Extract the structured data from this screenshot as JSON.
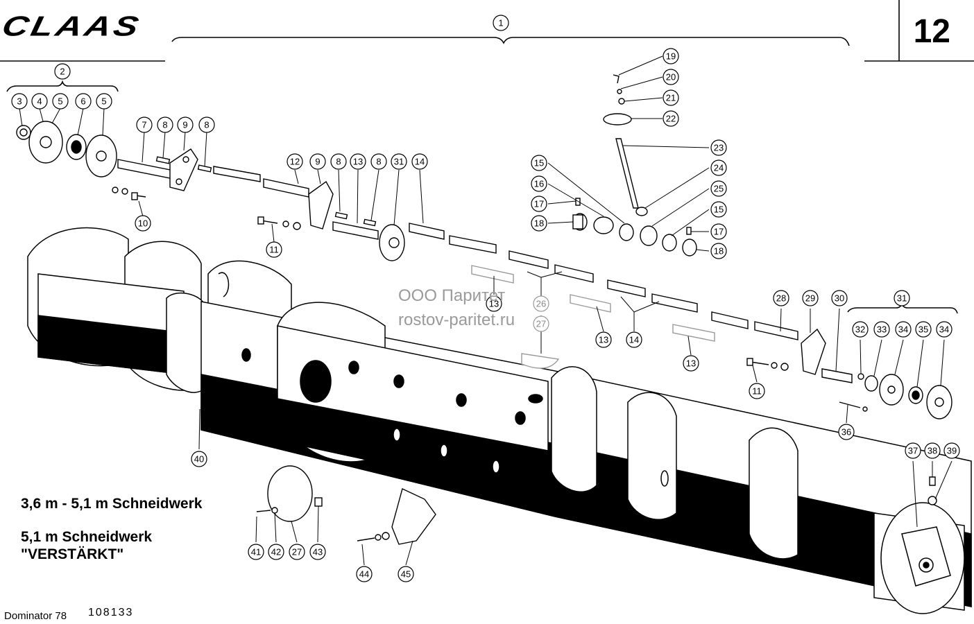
{
  "header": {
    "brand": "CLAAS",
    "page_number": "12"
  },
  "captions": {
    "line1": "3,6 m - 5,1 m Schneidwerk",
    "line2a": "5,1 m Schneidwerk",
    "line2b": "\"VERSTÄRKT\""
  },
  "watermark": {
    "line1": "ООО Паритет",
    "line2": "rostov-paritet.ru"
  },
  "footer": {
    "model": "Dominator 78",
    "doc_number": "108133"
  },
  "callouts": [
    {
      "label": "1"
    },
    {
      "label": "2"
    },
    {
      "label": "3"
    },
    {
      "label": "4"
    },
    {
      "label": "5"
    },
    {
      "label": "6"
    },
    {
      "label": "5"
    },
    {
      "label": "7"
    },
    {
      "label": "8"
    },
    {
      "label": "9"
    },
    {
      "label": "8"
    },
    {
      "label": "10"
    },
    {
      "label": "11"
    },
    {
      "label": "12"
    },
    {
      "label": "9"
    },
    {
      "label": "8"
    },
    {
      "label": "13"
    },
    {
      "label": "8"
    },
    {
      "label": "31"
    },
    {
      "label": "14"
    },
    {
      "label": "19"
    },
    {
      "label": "20"
    },
    {
      "label": "21"
    },
    {
      "label": "22"
    },
    {
      "label": "23"
    },
    {
      "label": "24"
    },
    {
      "label": "25"
    },
    {
      "label": "15"
    },
    {
      "label": "16"
    },
    {
      "label": "17"
    },
    {
      "label": "18"
    },
    {
      "label": "15"
    },
    {
      "label": "17"
    },
    {
      "label": "18"
    },
    {
      "label": "13"
    },
    {
      "label": "26"
    },
    {
      "label": "27"
    },
    {
      "label": "13"
    },
    {
      "label": "14"
    },
    {
      "label": "13"
    },
    {
      "label": "28"
    },
    {
      "label": "29"
    },
    {
      "label": "30"
    },
    {
      "label": "31"
    },
    {
      "label": "32"
    },
    {
      "label": "33"
    },
    {
      "label": "34"
    },
    {
      "label": "35"
    },
    {
      "label": "34"
    },
    {
      "label": "11"
    },
    {
      "label": "36"
    },
    {
      "label": "40"
    },
    {
      "label": "37"
    },
    {
      "label": "38"
    },
    {
      "label": "39"
    },
    {
      "label": "41"
    },
    {
      "label": "42"
    },
    {
      "label": "27"
    },
    {
      "label": "43"
    },
    {
      "label": "44"
    },
    {
      "label": "45"
    }
  ]
}
